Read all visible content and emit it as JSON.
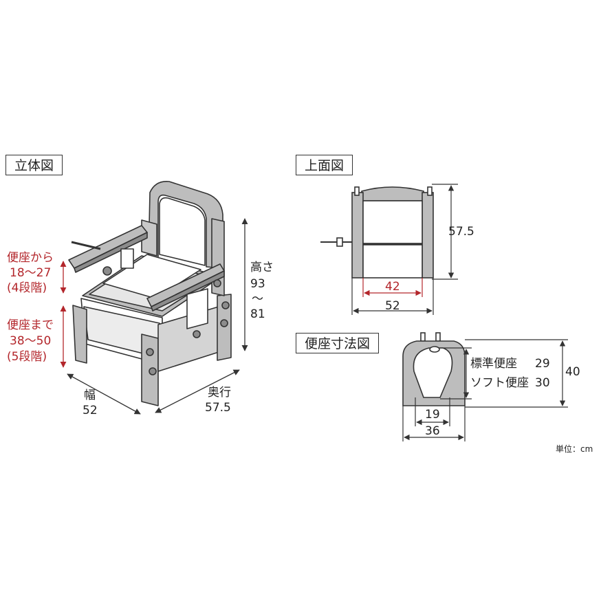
{
  "sections": {
    "perspective": "立体図",
    "top_view": "上面図",
    "seat_view": "便座寸法図"
  },
  "perspective": {
    "from_seat": {
      "line1": "便座から",
      "line2": "18～27",
      "line3": "(4段階)"
    },
    "to_seat": {
      "line1": "便座まで",
      "line2": "38～50",
      "line3": "(5段階)"
    },
    "height": {
      "label": "高さ",
      "max": "93",
      "tilde": "～",
      "min": "81"
    },
    "width": {
      "label": "幅",
      "value": "52"
    },
    "depth": {
      "label": "奥行",
      "value": "57.5"
    }
  },
  "top_view": {
    "depth": "57.5",
    "inner_width": "42",
    "width": "52"
  },
  "seat_view": {
    "standard_label": "標準便座",
    "standard_value": "29",
    "soft_label": "ソフト便座",
    "soft_value": "30",
    "height": "40",
    "inner_width": "19",
    "outer_width": "36"
  },
  "unit": "単位：cm",
  "colors": {
    "line": "#333333",
    "fill": "#bdbdbd",
    "dark_fill": "#8c8c8c",
    "red": "#b3262b"
  }
}
